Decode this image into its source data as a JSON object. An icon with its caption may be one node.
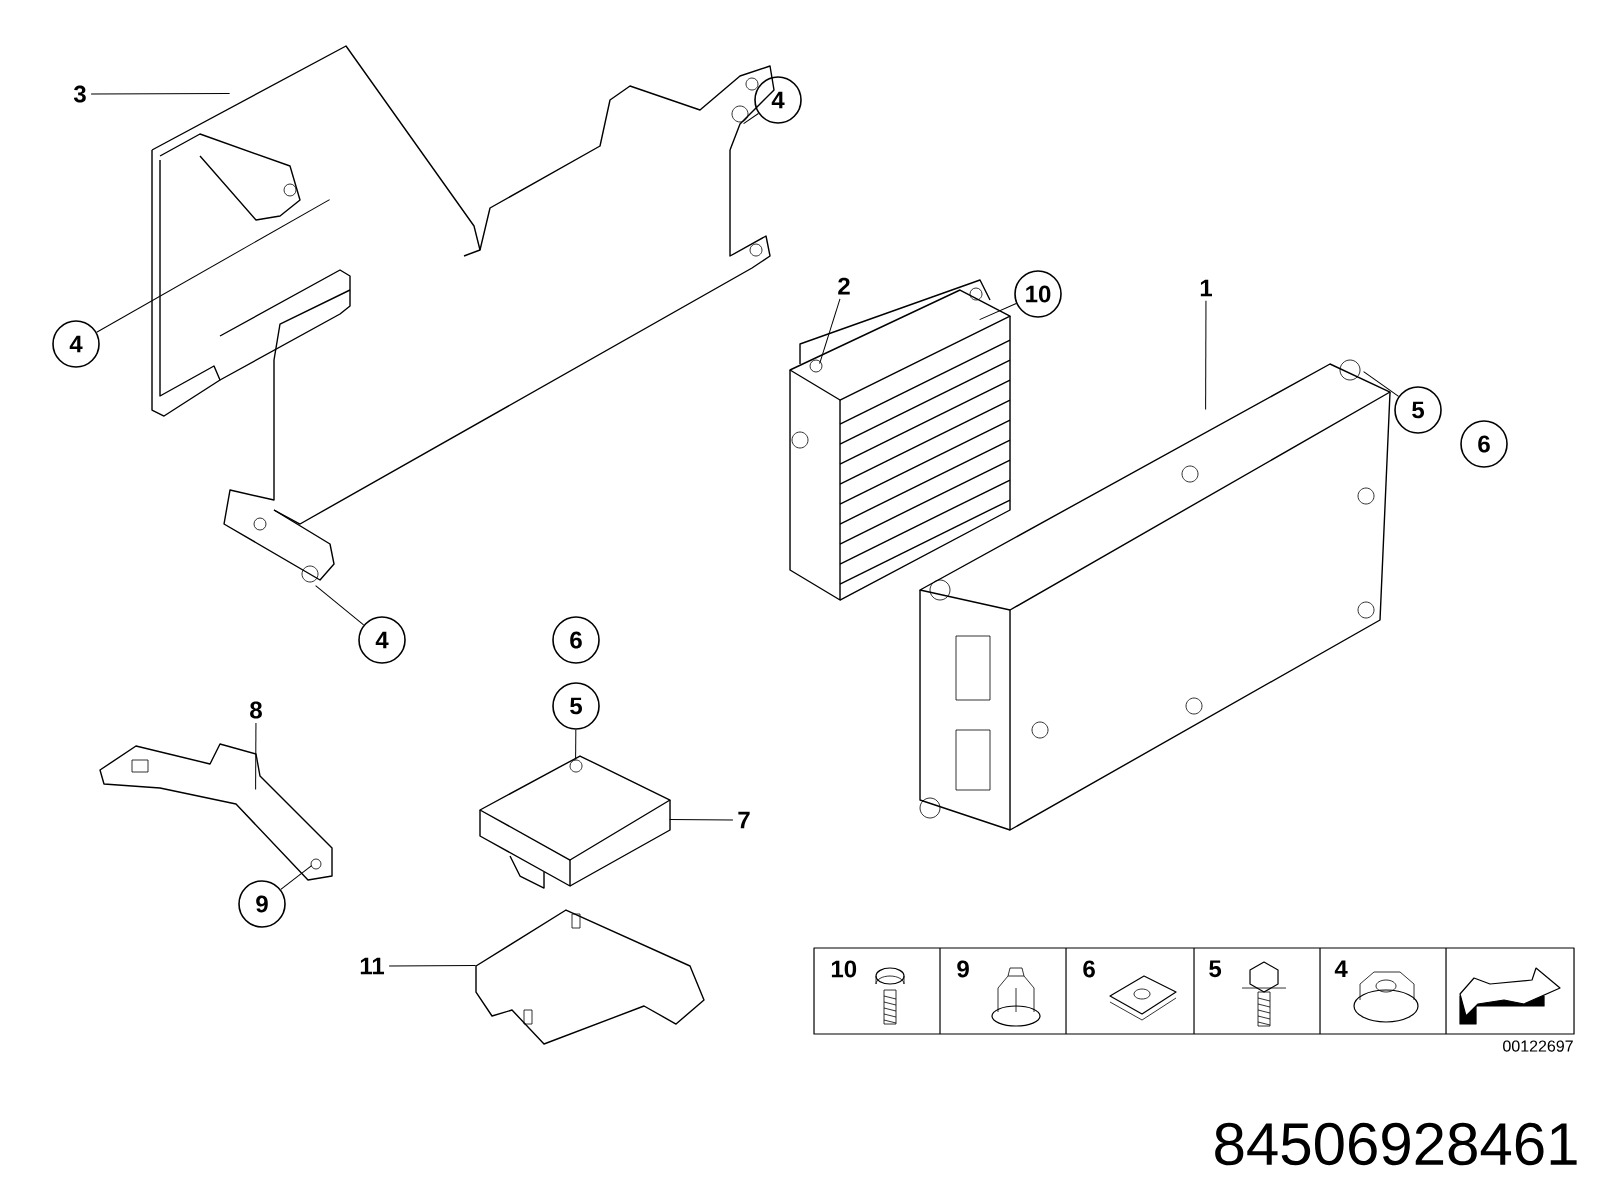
{
  "diagram": {
    "nodes": [
      {
        "text": [
          "3"
        ]
      },
      {
        "text": [
          "4"
        ]
      },
      {
        "text": [
          "4"
        ]
      },
      {
        "text": [
          "4"
        ]
      },
      {
        "text": [
          "2"
        ]
      },
      {
        "text": [
          "10"
        ]
      },
      {
        "text": [
          "1"
        ]
      },
      {
        "text": [
          "5"
        ]
      },
      {
        "text": [
          "6"
        ]
      },
      {
        "text": [
          "6"
        ]
      },
      {
        "text": [
          "5"
        ]
      },
      {
        "text": [
          "8"
        ]
      },
      {
        "text": [
          "7"
        ]
      },
      {
        "text": [
          "9"
        ]
      },
      {
        "text": [
          "11"
        ]
      },
      {
        "text": [],
        "shape": "picture"
      },
      {
        "text": [],
        "shape": "picture"
      },
      {
        "text": [],
        "shape": "picture"
      },
      {
        "text": [],
        "shape": "picture"
      },
      {
        "text": [],
        "shape": "picture"
      },
      {
        "text": [],
        "shape": "picture"
      }
    ],
    "edges": [
      {
        "from": 0,
        "to": 15,
        "arrow": "none"
      },
      {
        "from": 1,
        "to": 15,
        "arrow": "none"
      },
      {
        "from": 2,
        "to": 15,
        "arrow": "none"
      },
      {
        "from": 3,
        "to": 15,
        "arrow": "none"
      },
      {
        "from": 4,
        "to": 16,
        "arrow": "none"
      },
      {
        "from": 5,
        "to": 16,
        "arrow": "none"
      },
      {
        "from": 6,
        "to": 17,
        "arrow": "none"
      },
      {
        "from": 7,
        "to": 17,
        "arrow": "none"
      },
      {
        "from": 10,
        "to": 19,
        "arrow": "none"
      },
      {
        "from": 11,
        "to": 18,
        "arrow": "none"
      },
      {
        "from": 12,
        "to": 19,
        "arrow": "none"
      },
      {
        "from": 13,
        "to": 18,
        "arrow": "none"
      },
      {
        "from": 14,
        "to": 20,
        "arrow": "none"
      }
    ],
    "labels": [
      "10",
      "9",
      "6",
      "5",
      "4",
      "00122697",
      "84506928461"
    ]
  }
}
